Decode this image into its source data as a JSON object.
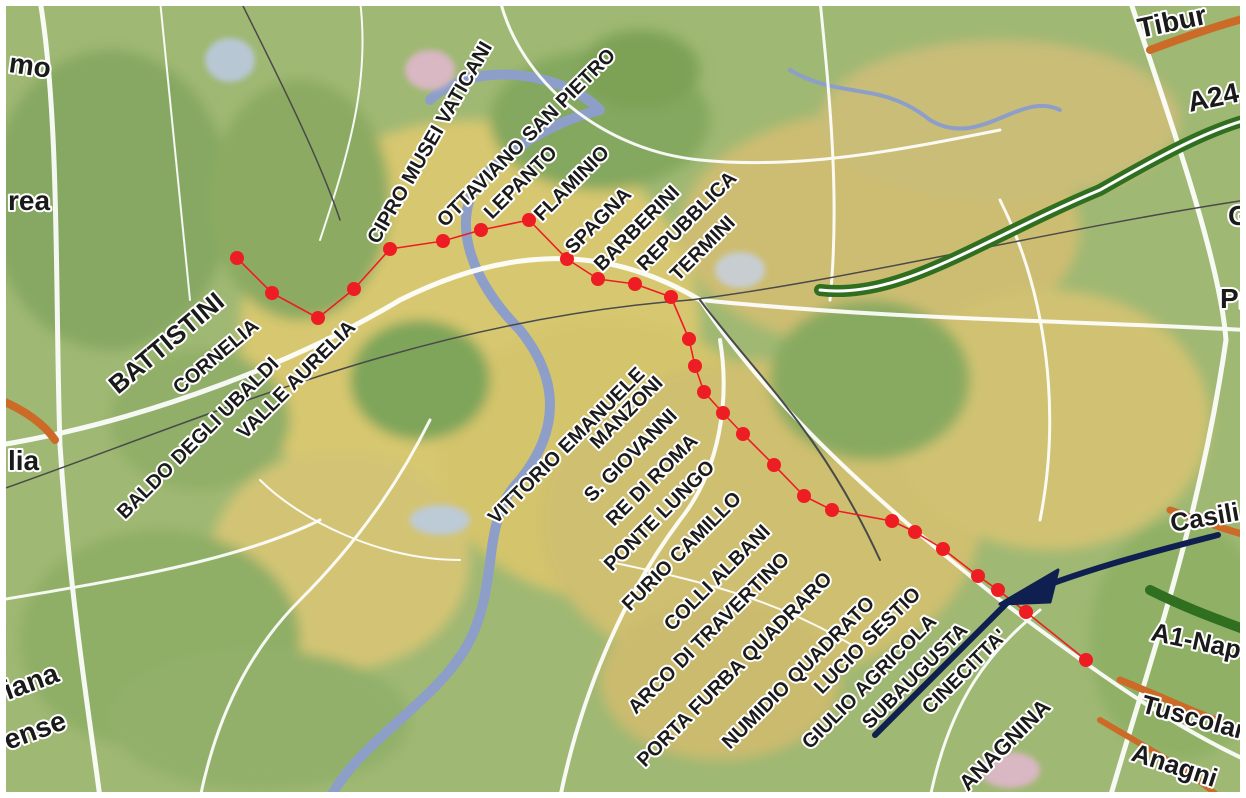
{
  "colors": {
    "background": "#ffffff",
    "land_green": "#93b36c",
    "land_dark_green": "#7aa05a",
    "land_yellow": "#d6c670",
    "land_tan": "#cdbf7b",
    "road": "#ffffff",
    "river": "#8d9fc8",
    "rail": "#4a4a4a",
    "motorway": "#2f6f1f",
    "orange_road": "#cc6a28",
    "metro_line": "#ee1d23",
    "metro_station": "#ee1d23",
    "arrow": "#0f2050",
    "label_text": "#1a1a1a",
    "label_halo": "#ffffff"
  },
  "metro_line": {
    "stations": [
      "BATTISTINI",
      "CORNELIA",
      "BALDO DEGLI UBALDI",
      "VALLE AURELIA",
      "CIPRO MUSEI VATICANI",
      "OTTAVIANO SAN PIETRO",
      "LEPANTO",
      "FLAMINIO",
      "SPAGNA",
      "BARBERINI",
      "REPUBBLICA",
      "TERMINI",
      "VITTORIO EMANUELE",
      "MANZONI",
      "S. GIOVANNI",
      "RE DI ROMA",
      "PONTE LUNGO",
      "FURIO CAMILLO",
      "COLLI ALBANI",
      "ARCO DI TRAVERTINO",
      "PORTA FURBA QUADRARO",
      "NUMIDIO QUADRATO",
      "LUCIO SESTIO",
      "GIULIO AGRICOLA",
      "SUBAUGUSTA",
      "CINECITTA'",
      "ANAGNINA"
    ]
  },
  "edge_labels": {
    "tiburtina": "Tibur",
    "a24": "A24",
    "pr": "Pr",
    "casilina": "Casili",
    "a1_napoli": "A1-Nap",
    "tuscolana": "Tuscolan",
    "anagnina_road": "Anagni",
    "aurelia": "lia",
    "flaminia": "rea",
    "cassia": "mo",
    "portuense": "ense",
    "ostiense": "iana",
    "right_g": "G"
  },
  "icons": {
    "arrow": "arrow-pointer-icon",
    "station": "metro-station-icon"
  }
}
